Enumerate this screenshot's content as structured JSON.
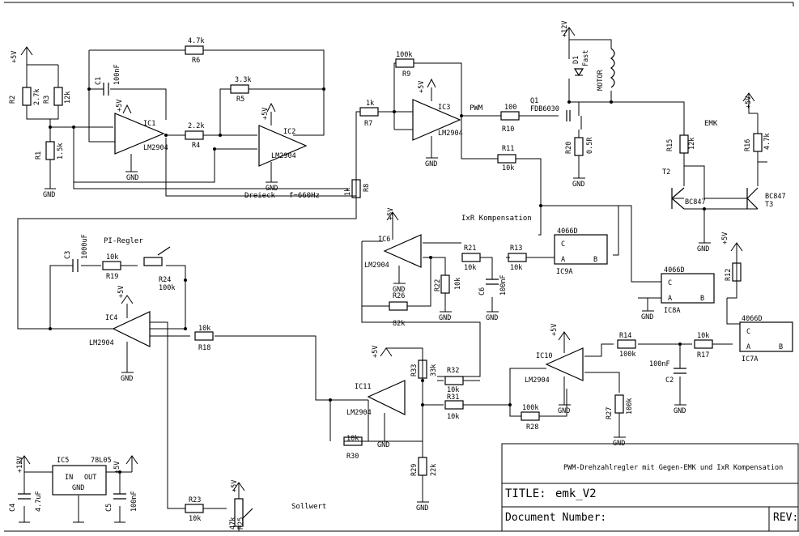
{
  "title_block": {
    "description": "PWM-Drehzahlregler mit Gegen-EMK und IxR Kompensation",
    "title_label": "TITLE:",
    "title_value": "emk_V2",
    "docnum_label": "Document Number:",
    "rev_label": "REV:"
  },
  "annotations": {
    "dreieck": "Dreieck",
    "freq": "f=660Hz",
    "pwm": "PWM",
    "emk": "EMK",
    "ixr": "IxR Kompensation",
    "pi_regler": "PI-Regler",
    "sollwert": "Sollwert",
    "motor": "MOTOR"
  },
  "rails": {
    "vcc5": "+5V",
    "vcc12": "+12V",
    "gnd": "GND"
  },
  "components": {
    "R1": {
      "ref": "R1",
      "val": "1.5k"
    },
    "R2": {
      "ref": "R2",
      "val": "2.7k"
    },
    "R3": {
      "ref": "R3",
      "val": "12k"
    },
    "R4": {
      "ref": "R4",
      "val": "2.2k"
    },
    "R5": {
      "ref": "R5",
      "val": "3.3k"
    },
    "R6": {
      "ref": "R6",
      "val": "4.7k"
    },
    "R7": {
      "ref": "R7",
      "val": "1k"
    },
    "R8": {
      "ref": "R8",
      "val": "1k"
    },
    "R9": {
      "ref": "R9",
      "val": "100k"
    },
    "R10": {
      "ref": "R10",
      "val": "100"
    },
    "R11": {
      "ref": "R11",
      "val": "10k"
    },
    "R12": {
      "ref": "R12",
      "val": ""
    },
    "R13": {
      "ref": "R13",
      "val": "10k"
    },
    "R14": {
      "ref": "R14",
      "val": "100k"
    },
    "R15": {
      "ref": "R15",
      "val": "12k"
    },
    "R16": {
      "ref": "R16",
      "val": "4.7k"
    },
    "R17": {
      "ref": "R17",
      "val": "10k"
    },
    "R18": {
      "ref": "R18",
      "val": "10k"
    },
    "R19": {
      "ref": "R19",
      "val": "10k"
    },
    "R20": {
      "ref": "R20",
      "val": "0.5R"
    },
    "R21": {
      "ref": "R21",
      "val": "10k"
    },
    "R22": {
      "ref": "R22",
      "val": "10k"
    },
    "R23": {
      "ref": "R23",
      "val": "10k"
    },
    "R24": {
      "ref": "R24",
      "val": "100k"
    },
    "R25": {
      "ref": "R25",
      "val": "47k"
    },
    "R26": {
      "ref": "R26",
      "val": "82k"
    },
    "R27": {
      "ref": "R27",
      "val": "100k"
    },
    "R28": {
      "ref": "R28",
      "val": "100k"
    },
    "R29": {
      "ref": "R29",
      "val": "22k"
    },
    "R30": {
      "ref": "R30",
      "val": "10k"
    },
    "R31": {
      "ref": "R31",
      "val": "10k"
    },
    "R32": {
      "ref": "R32",
      "val": "10k"
    },
    "R33": {
      "ref": "R33",
      "val": "33k"
    },
    "C1": {
      "ref": "C1",
      "val": "100nF"
    },
    "C2": {
      "ref": "C2",
      "val": "100nF"
    },
    "C3": {
      "ref": "C3",
      "val": "1000uF"
    },
    "C4": {
      "ref": "C4",
      "val": "4.7uF"
    },
    "C5": {
      "ref": "C5",
      "val": "100nF"
    },
    "C6": {
      "ref": "C6",
      "val": "100nF"
    },
    "D1": {
      "ref": "D1",
      "val": "Fast"
    },
    "Q1": {
      "ref": "Q1",
      "val": "FDB6030"
    },
    "T2": {
      "ref": "T2",
      "val": "BC847"
    },
    "T3": {
      "ref": "T3",
      "val": "BC847"
    },
    "IC5": {
      "ref": "IC5",
      "val": "78L05"
    }
  },
  "opamps": {
    "IC1": {
      "ref": "IC1",
      "part": "LM2904"
    },
    "IC2": {
      "ref": "IC2",
      "part": "LM2904"
    },
    "IC3": {
      "ref": "IC3",
      "part": "LM2904"
    },
    "IC4": {
      "ref": "IC4",
      "part": "LM2904"
    },
    "IC6": {
      "ref": "IC6",
      "part": "LM2904"
    },
    "IC10": {
      "ref": "IC10",
      "part": "LM2904"
    },
    "IC11": {
      "ref": "IC11",
      "part": "LM2904"
    }
  },
  "switches": {
    "IC9A": {
      "ref": "IC9A",
      "part": "4066D",
      "pin_c": "C",
      "pin_a": "A",
      "pin_b": "B"
    },
    "IC8A": {
      "ref": "IC8A",
      "part": "4066D",
      "pin_c": "C",
      "pin_a": "A",
      "pin_b": "B"
    },
    "IC7A": {
      "ref": "IC7A",
      "part": "4066D",
      "pin_c": "C",
      "pin_a": "A",
      "pin_b": "B"
    }
  },
  "regulator_pins": {
    "in": "IN",
    "out": "OUT",
    "gnd": "GND"
  }
}
